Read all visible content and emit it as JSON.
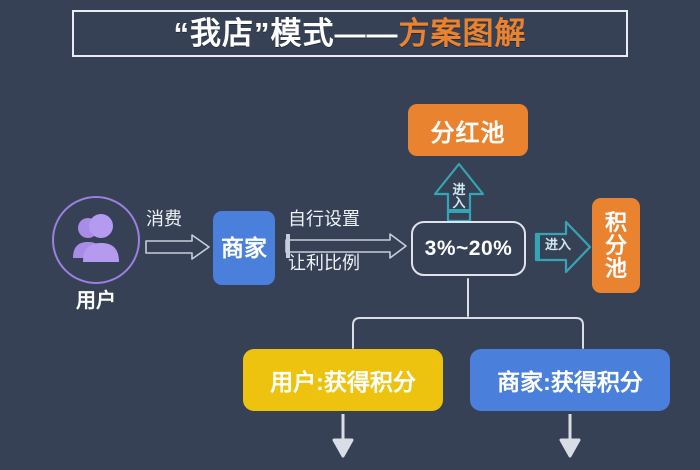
{
  "title": {
    "full": "“我店”模式——方案图解",
    "plain_part": "“我店”模式——",
    "accent_part": "方案图解"
  },
  "colors": {
    "background": "#374156",
    "orange": "#e9832f",
    "blue": "#4a7fdb",
    "yellow": "#edc310",
    "purple": "#9d7fe0",
    "cyan": "#35a5b5",
    "white": "#ffffff"
  },
  "nodes": {
    "user": {
      "label": "用户",
      "icon": "user-group-icon"
    },
    "merchant": {
      "label": "商家"
    },
    "percent": {
      "label": "3%~20%"
    },
    "pool_dividend": {
      "label": "分红池"
    },
    "pool_points": {
      "label": "积分池",
      "chars": [
        "积",
        "分",
        "池"
      ]
    },
    "user_points": {
      "label": "用户:获得积分"
    },
    "merchant_points": {
      "label": "商家:获得积分"
    }
  },
  "edges": {
    "consume": "消费",
    "set_rate_line1": "自行设置",
    "set_rate_line2": "让利比例",
    "enter_up": "进入",
    "enter_up_chars": [
      "进",
      "入"
    ],
    "enter_right": "进入"
  }
}
